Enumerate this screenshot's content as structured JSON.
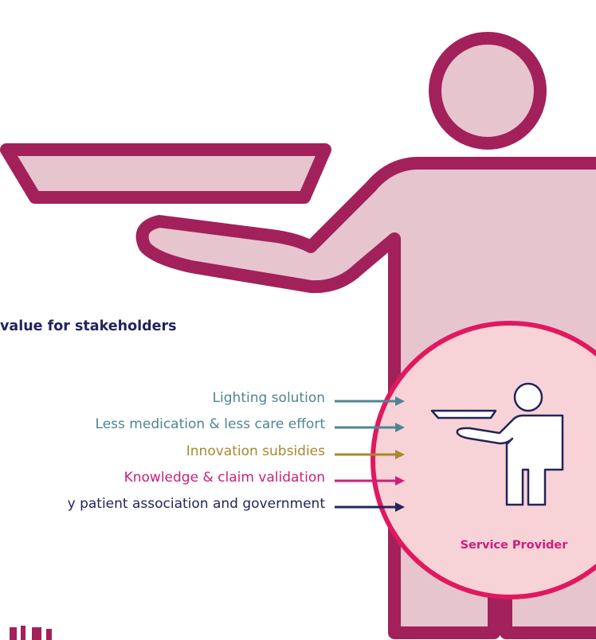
{
  "heading": "value for stakeholders",
  "flows": [
    {
      "label": "Lighting solution",
      "color": "#4f8593"
    },
    {
      "label": "Less medication & less care effort",
      "color": "#4f8593"
    },
    {
      "label": "Innovation subsidies",
      "color": "#a8892e"
    },
    {
      "label": "Knowledge & claim validation",
      "color": "#cc1f7a"
    },
    {
      "label": "y patient association and government",
      "color": "#23245a"
    }
  ],
  "role": {
    "label": "Service Provider",
    "color": "#cc1f7a"
  },
  "colors": {
    "figure_outline": "#a3215a",
    "figure_fill": "#e6c5cf",
    "badge_outline": "#e0195f",
    "badge_fill": "#f7d3d8",
    "icon_stroke": "#23245a"
  }
}
